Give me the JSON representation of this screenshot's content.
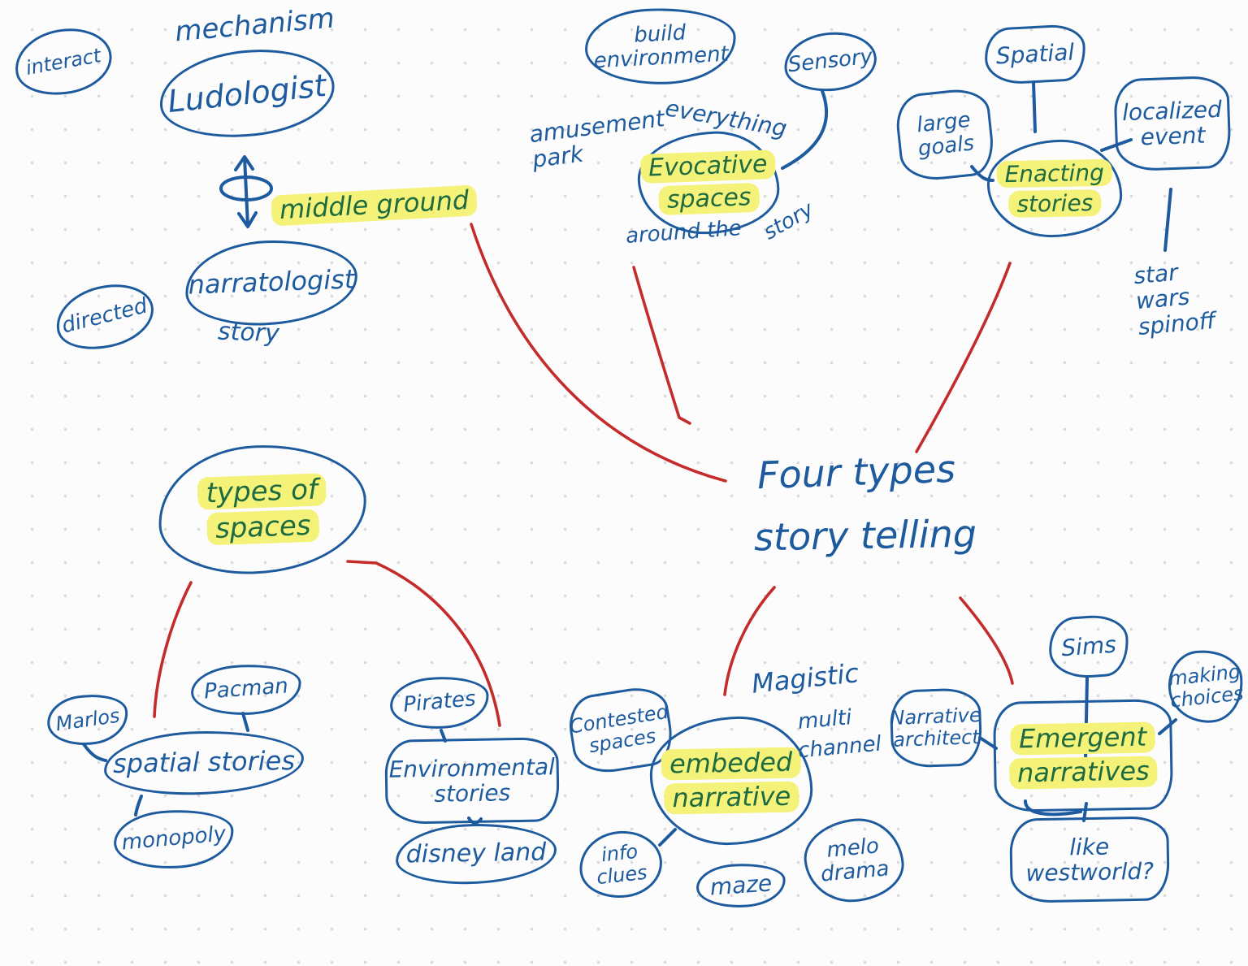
{
  "colors": {
    "ink_blue": "#1d5b9e",
    "ink_green": "#1e6b40",
    "ink_red": "#c42c2c",
    "highlight_yellow": "#f5f27a",
    "dot_grid": "#d9dadc"
  },
  "title": {
    "line1": "Four types",
    "line2": "story telling"
  },
  "nodes": {
    "interact": "interact",
    "mechanism": "mechanism",
    "ludologist": "Ludologist",
    "middle_ground": "middle ground",
    "narratologist": "narratologist",
    "narratologist_story": "story",
    "directed": "directed",
    "build_environment": "build\nenvironment",
    "sensory": "Sensory",
    "amusement_park": "amusement\npark",
    "everything": "everything",
    "evocative_1": "Evocative",
    "evocative_2": "spaces",
    "around_the": "around the",
    "around_story": "story",
    "spatial": "Spatial",
    "large_goals": "large\ngoals",
    "enacting_1": "Enacting",
    "enacting_2": "stories",
    "localized_event": "localized\nevent",
    "star_wars": "star\nwars\nspinoff",
    "types_of_spaces_1": "types of",
    "types_of_spaces_2": "spaces",
    "marlos": "Marlos",
    "pacman": "Pacman",
    "spatial_stories": "spatial stories",
    "monopoly": "monopoly",
    "pirates": "Pirates",
    "environmental_stories": "Environmental\nstories",
    "disney_land": "disney land",
    "contested_spaces": "Contested\nspaces",
    "embeded_1": "embeded",
    "embeded_2": "narrative",
    "magistic": "Magistic",
    "multi": "multi",
    "channel": "channel",
    "info_clues": "info\nclues",
    "maze": "maze",
    "melo_drama": "melo\ndrama",
    "narrative_architect": "Narrative\narchitect",
    "sims": "Sims",
    "emergent_1": "Emergent",
    "emergent_2": "narratives",
    "making_choices": "making\nchoices",
    "like_westworld": "like\nwestworld?"
  }
}
